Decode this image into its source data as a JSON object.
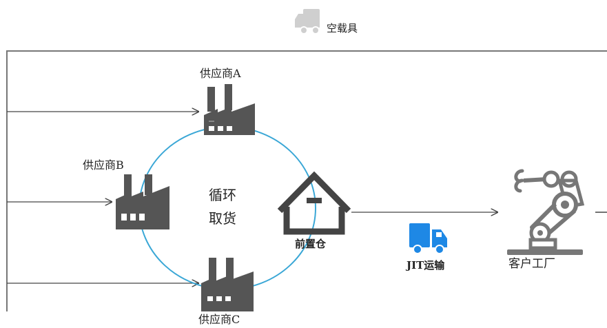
{
  "legend": {
    "empty_carrier_label": "空载具",
    "empty_carrier_icon": "truck-icon",
    "empty_carrier_color": "#cfcfcf"
  },
  "loop": {
    "label_line1": "循环",
    "label_line2": "取货",
    "circle_color": "#3aa7d6"
  },
  "suppliers": [
    {
      "label": "供应商A",
      "icon": "factory-icon"
    },
    {
      "label": "供应商B",
      "icon": "factory-icon"
    },
    {
      "label": "供应商C",
      "icon": "factory-icon"
    }
  ],
  "warehouse": {
    "label": "前置仓",
    "icon": "warehouse-icon"
  },
  "transport": {
    "label": "JIT运输",
    "icon": "truck-icon",
    "color": "#1e88e5"
  },
  "customer": {
    "label": "客户工厂",
    "icon": "robot-arm-icon"
  },
  "colors": {
    "icon_dark": "#555555",
    "icon_gray": "#8a8a8a",
    "line": "#444444"
  }
}
